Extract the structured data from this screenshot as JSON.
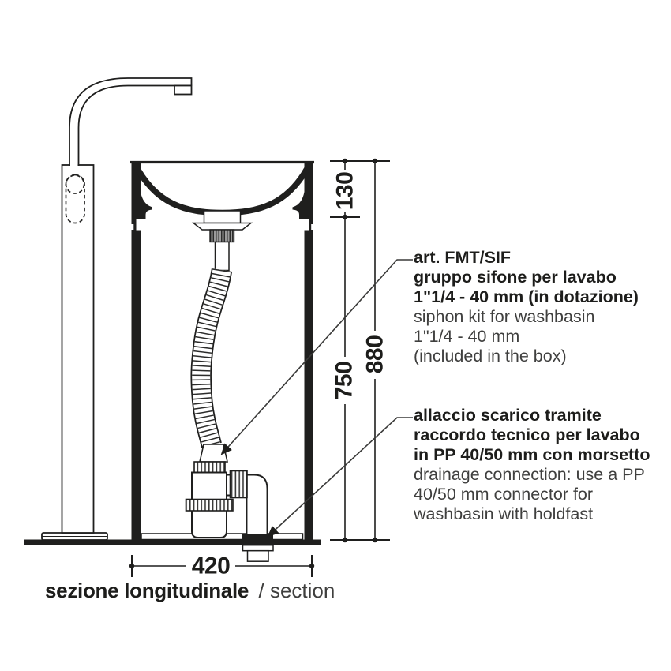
{
  "caption": {
    "bold": "sezione longitudinale",
    "regular": "/ section"
  },
  "dimensions": {
    "basin_depth_mm": "130",
    "under_rim_height_mm": "750",
    "total_height_mm": "880",
    "base_width_mm": "420"
  },
  "annotations": {
    "siphon_kit": {
      "it": [
        "art. FMT/SIF",
        "gruppo sifone per lavabo",
        "1\"1/4 - 40 mm (in dotazione)"
      ],
      "en": [
        "siphon kit for washbasin",
        "1\"1/4 - 40 mm",
        "(included in the box)"
      ]
    },
    "drain_connection": {
      "it": [
        "allaccio scarico tramite",
        "raccordo tecnico per lavabo",
        "in PP 40/50 mm con morsetto"
      ],
      "en": [
        "drainage connection: use a PP",
        "40/50 mm connector for",
        "washbasin with holdfast"
      ]
    }
  },
  "colors": {
    "ink": "#1f1f1e",
    "secondary_text": "#3f3f3e",
    "knurl_gray": "#9b9b9b",
    "background": "#ffffff"
  }
}
